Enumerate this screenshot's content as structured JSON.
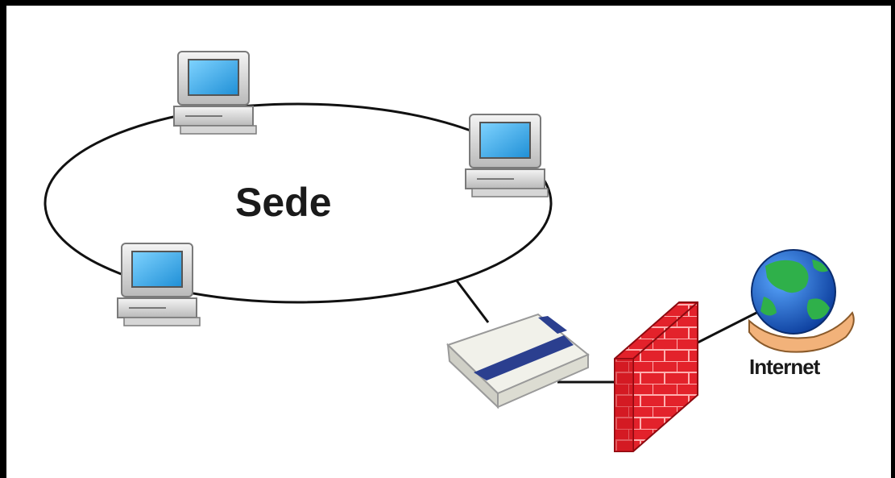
{
  "diagram": {
    "ring_label": "Sede",
    "internet_label": "Internet"
  },
  "nodes": [
    {
      "id": "computer-top",
      "kind": "computer-icon"
    },
    {
      "id": "computer-right",
      "kind": "computer-icon"
    },
    {
      "id": "computer-left",
      "kind": "computer-icon"
    },
    {
      "id": "router",
      "kind": "router-icon"
    },
    {
      "id": "firewall",
      "kind": "firewall-icon"
    },
    {
      "id": "internet",
      "kind": "globe-icon"
    }
  ],
  "colors": {
    "frame": "#000000",
    "screen": "#39aef0",
    "firewall_brick": "#e3222b",
    "router_stripe": "#2b3f8f",
    "globe_ocean": "#1f6fd3",
    "globe_land": "#2fb04a",
    "hand": "#f2b27a"
  }
}
